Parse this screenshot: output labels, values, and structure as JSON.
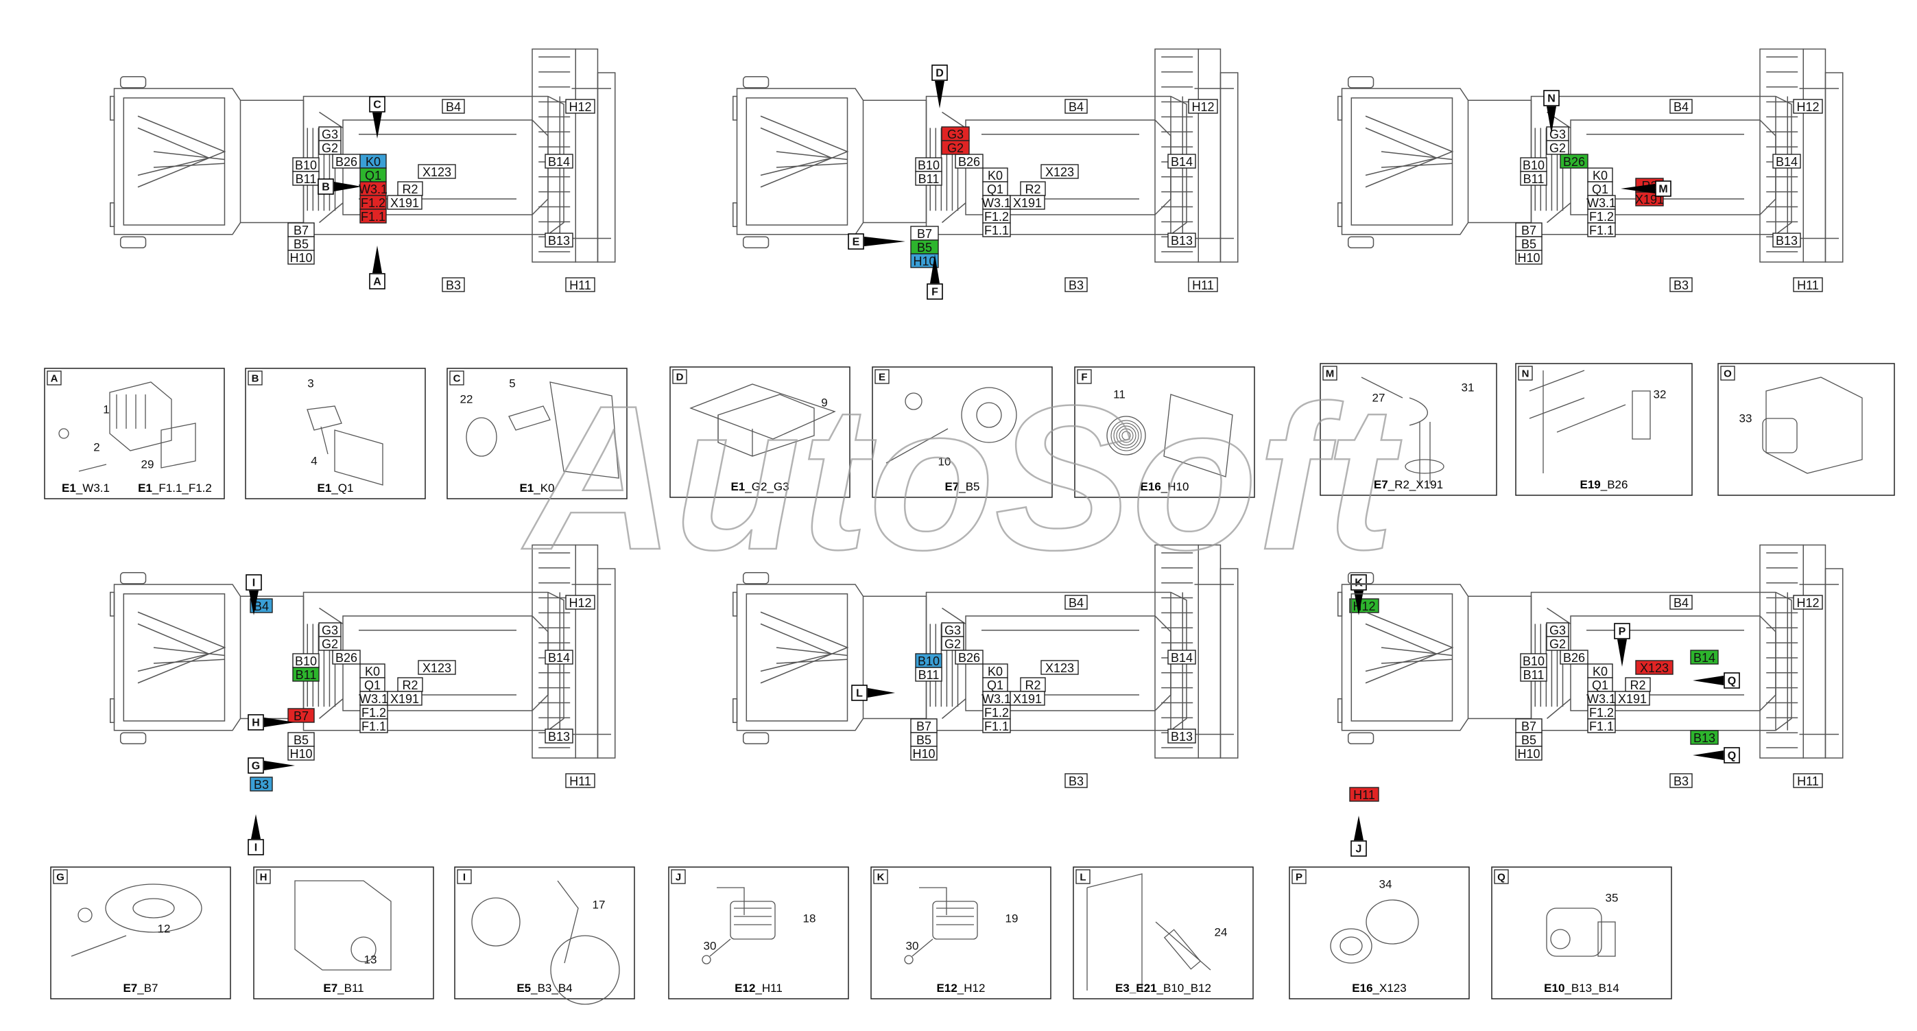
{
  "watermark": "AutoSoft",
  "overview_views": [
    {
      "labels": [
        "G3",
        "G2",
        "B26",
        "B10",
        "B11",
        "B7",
        "B5",
        "H10",
        "B4",
        "B3",
        "H12",
        "B14",
        "B13",
        "H11",
        "X123",
        "R2",
        "X191"
      ],
      "highlight_stack": [
        {
          "text": "K0",
          "color": "#3a9fd6"
        },
        {
          "text": "Q1",
          "color": "#2db52d"
        },
        {
          "text": "W3.1",
          "color": "#e02424"
        },
        {
          "text": "F1.2",
          "color": "#e02424"
        },
        {
          "text": "F1.1",
          "color": "#e02424"
        }
      ],
      "callouts": [
        "C",
        "B",
        "A"
      ]
    },
    {
      "labels": [
        "B26",
        "B10",
        "B11",
        "K0",
        "Q1",
        "W3.1",
        "F1.2",
        "F1.1",
        "X123",
        "R2",
        "X191",
        "B4",
        "B3",
        "H12",
        "B14",
        "B13",
        "H11"
      ],
      "highlight_stack": [
        {
          "text": "G3",
          "color": "#e02424"
        },
        {
          "text": "G2",
          "color": "#e02424"
        },
        {
          "text": "B7",
          "color": "#ffffff"
        },
        {
          "text": "B5",
          "color": "#2db52d"
        },
        {
          "text": "H10",
          "color": "#3a9fd6"
        }
      ],
      "callouts": [
        "D",
        "E",
        "F"
      ]
    },
    {
      "labels": [
        "G3",
        "G2",
        "B10",
        "B11",
        "K0",
        "Q1",
        "W3.1",
        "F1.2",
        "F1.1",
        "B7",
        "B5",
        "H10",
        "B4",
        "B3",
        "H12",
        "B14",
        "B13",
        "H11"
      ],
      "highlight_stack": [
        {
          "text": "B26",
          "color": "#2db52d"
        },
        {
          "text": "R2",
          "color": "#e02424"
        },
        {
          "text": "X191",
          "color": "#e02424"
        }
      ],
      "callouts": [
        "N",
        "M"
      ]
    },
    {
      "labels": [
        "G3",
        "G2",
        "B26",
        "B10",
        "K0",
        "Q1",
        "W3.1",
        "F1.2",
        "F1.1",
        "X123",
        "R2",
        "X191",
        "B5",
        "H10",
        "H12",
        "B14",
        "B13",
        "H11"
      ],
      "highlight_stack": [
        {
          "text": "B4",
          "color": "#3a9fd6"
        },
        {
          "text": "B11",
          "color": "#2db52d"
        },
        {
          "text": "B7",
          "color": "#e02424"
        },
        {
          "text": "B3",
          "color": "#3a9fd6"
        }
      ],
      "callouts": [
        "I",
        "H",
        "G",
        "I"
      ]
    },
    {
      "labels": [
        "G3",
        "G2",
        "B26",
        "B11",
        "K0",
        "Q1",
        "W3.1",
        "F1.2",
        "F1.1",
        "X123",
        "R2",
        "X191",
        "B7",
        "B5",
        "H10",
        "B4",
        "B3",
        "B14",
        "B13"
      ],
      "highlight_stack": [
        {
          "text": "B10",
          "color": "#3a9fd6"
        },
        {
          "text": "H12",
          "color": "#2db52d"
        },
        {
          "text": "H11",
          "color": "#e02424"
        }
      ],
      "callouts": [
        "K",
        "L",
        "J"
      ]
    },
    {
      "labels": [
        "G3",
        "G2",
        "B26",
        "B10",
        "B11",
        "K0",
        "Q1",
        "W3.1",
        "F1.2",
        "F1.1",
        "R2",
        "X191",
        "B7",
        "B5",
        "H10",
        "B4",
        "B3",
        "H12",
        "H11"
      ],
      "highlight_stack": [
        {
          "text": "X123",
          "color": "#e02424"
        },
        {
          "text": "B14",
          "color": "#2db52d"
        },
        {
          "text": "B13",
          "color": "#2db52d"
        }
      ],
      "callouts": [
        "P",
        "Q",
        "Q"
      ]
    }
  ],
  "detail_panels": [
    {
      "letter": "A",
      "numbers": [
        "1",
        "2",
        "29"
      ],
      "captions": [
        {
          "bold": "E1",
          "rest": "_W3.1"
        },
        {
          "bold": "E1",
          "rest": "_F1.1_F1.2"
        }
      ]
    },
    {
      "letter": "B",
      "numbers": [
        "3",
        "4"
      ],
      "captions": [
        {
          "bold": "E1",
          "rest": "_Q1"
        }
      ]
    },
    {
      "letter": "C",
      "numbers": [
        "22",
        "5"
      ],
      "captions": [
        {
          "bold": "E1",
          "rest": "_K0"
        }
      ]
    },
    {
      "letter": "D",
      "numbers": [
        "9"
      ],
      "captions": [
        {
          "bold": "E1",
          "rest": "_G2_G3"
        }
      ]
    },
    {
      "letter": "E",
      "numbers": [
        "10"
      ],
      "captions": [
        {
          "bold": "E7",
          "rest": "_B5"
        }
      ]
    },
    {
      "letter": "F",
      "numbers": [
        "11"
      ],
      "captions": [
        {
          "bold": "E16",
          "rest": "_H10"
        }
      ]
    },
    {
      "letter": "M",
      "numbers": [
        "27",
        "31"
      ],
      "captions": [
        {
          "bold": "E7",
          "rest": "_R2_X191"
        }
      ]
    },
    {
      "letter": "N",
      "numbers": [
        "32"
      ],
      "captions": [
        {
          "bold": "E19",
          "rest": "_B26"
        }
      ]
    },
    {
      "letter": "O",
      "numbers": [
        "33"
      ],
      "captions": []
    },
    {
      "letter": "G",
      "numbers": [
        "12"
      ],
      "captions": [
        {
          "bold": "E7",
          "rest": "_B7"
        }
      ]
    },
    {
      "letter": "H",
      "numbers": [
        "13"
      ],
      "captions": [
        {
          "bold": "E7",
          "rest": "_B11"
        }
      ]
    },
    {
      "letter": "I",
      "numbers": [
        "17"
      ],
      "captions": [
        {
          "bold": "E5",
          "rest": "_B3_B4"
        }
      ]
    },
    {
      "letter": "J",
      "numbers": [
        "18",
        "30"
      ],
      "captions": [
        {
          "bold": "E12",
          "rest": "_H11"
        }
      ]
    },
    {
      "letter": "K",
      "numbers": [
        "19",
        "30"
      ],
      "captions": [
        {
          "bold": "E12",
          "rest": "_H12"
        }
      ]
    },
    {
      "letter": "L",
      "numbers": [
        "24"
      ],
      "captions": [
        {
          "bold": "E3_E21",
          "rest": "_B10_B12"
        }
      ]
    },
    {
      "letter": "P",
      "numbers": [
        "34"
      ],
      "captions": [
        {
          "bold": "E16",
          "rest": "_X123"
        }
      ]
    },
    {
      "letter": "Q",
      "numbers": [
        "35"
      ],
      "captions": [
        {
          "bold": "E10",
          "rest": "_B13_B14"
        }
      ]
    }
  ]
}
